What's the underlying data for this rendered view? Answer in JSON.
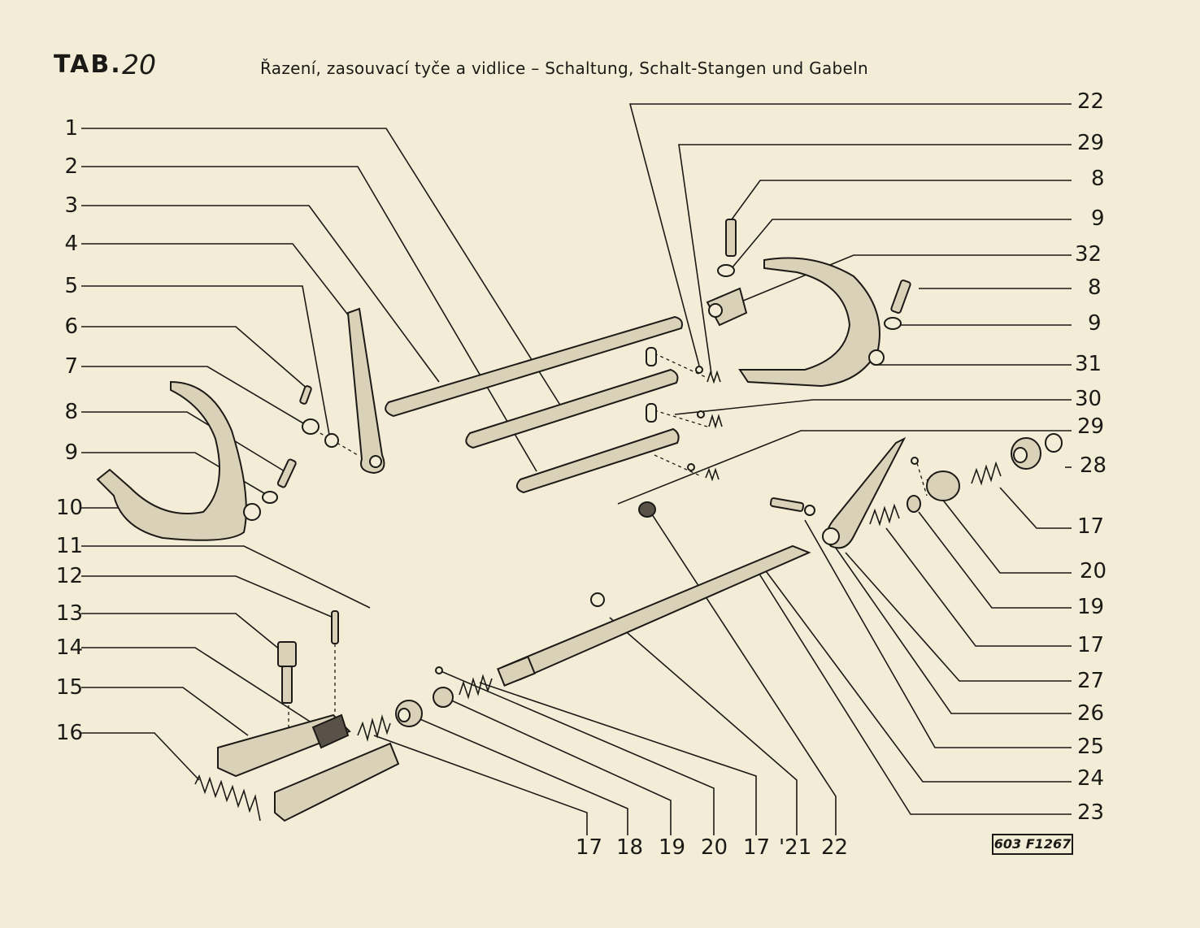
{
  "header": {
    "tab_label": "TAB.",
    "tab_number": "20",
    "title": "Řazení, zasouvací tyče a vidlice – Schaltung, Schalt-Stangen und Gabeln"
  },
  "labels_left": [
    "1",
    "2",
    "3",
    "4",
    "5",
    "6",
    "7",
    "8",
    "9",
    "10",
    "11",
    "12",
    "13",
    "14",
    "15",
    "16"
  ],
  "labels_right": [
    "22",
    "29",
    "8",
    "9",
    "32",
    "8",
    "9",
    "31",
    "30",
    "29",
    "28",
    "17",
    "20",
    "19",
    "17",
    "27",
    "26",
    "25",
    "24",
    "23"
  ],
  "labels_bottom": [
    "17",
    "18",
    "19",
    "20",
    "17",
    "'21",
    "22"
  ],
  "drawing_code": "603 F1267"
}
